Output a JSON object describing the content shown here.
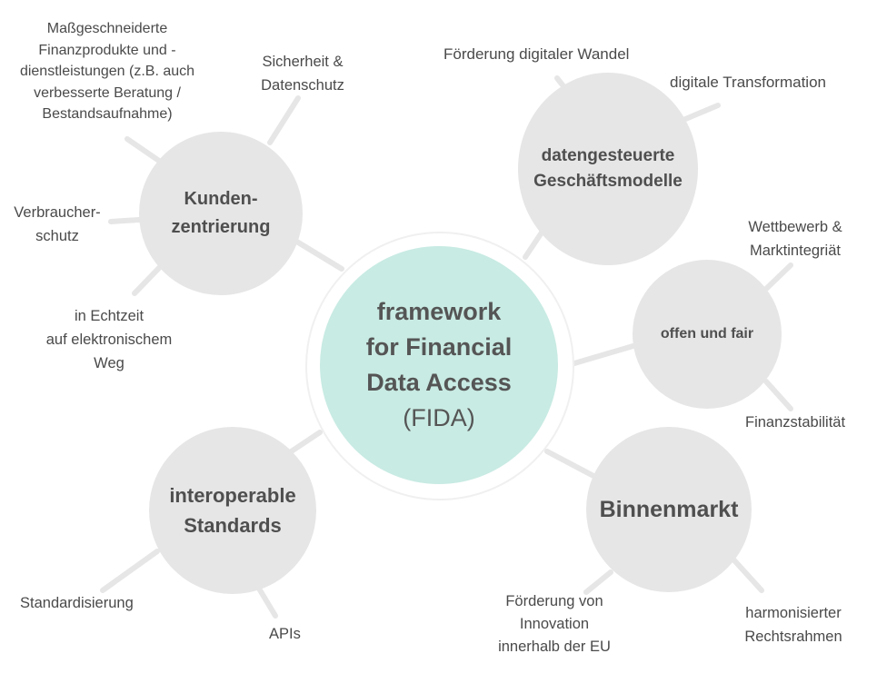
{
  "center": {
    "lines": [
      "framework",
      "for Financial",
      "Data Access"
    ],
    "abbr": "(FIDA)"
  },
  "nodes": {
    "kundenzentrierung": [
      "Kunden-",
      "zentrierung"
    ],
    "geschaeftsmodelle": [
      "datengesteuerte",
      "Geschäftsmodelle"
    ],
    "offen_fair": [
      "offen und fair"
    ],
    "binnenmarkt": [
      "Binnenmarkt"
    ],
    "standards": [
      "interoperable",
      "Standards"
    ]
  },
  "labels": {
    "massgeschneidert": [
      "Maßgeschneiderte",
      "Finanzprodukte und -",
      "dienstleistungen (z.B. auch",
      "verbesserte Beratung /",
      "Bestandsaufnahme)"
    ],
    "sicherheit": [
      "Sicherheit &",
      "Datenschutz"
    ],
    "verbraucherschutz": [
      "Verbraucher-",
      "schutz"
    ],
    "echtzeit": [
      "in Echtzeit",
      "auf elektronischem",
      "Weg"
    ],
    "foerderung_wandel": [
      "Förderung digitaler Wandel"
    ],
    "transformation": [
      "digitale Transformation"
    ],
    "wettbewerb": [
      "Wettbewerb &",
      "Marktintegriät"
    ],
    "finanzstabilitaet": [
      "Finanzstabilität"
    ],
    "innovation": [
      "Förderung von",
      "Innovation",
      "innerhalb der EU"
    ],
    "rechtsrahmen": [
      "harmonisierter",
      "Rechtsrahmen"
    ],
    "standardisierung": [
      "Standardisierung"
    ],
    "apis": [
      "APIs"
    ]
  },
  "colors": {
    "center_fill": "#c8ebe3",
    "node_fill": "#e6e6e6",
    "link_stroke": "#e6e6e6",
    "text": "#4a4a4a"
  }
}
